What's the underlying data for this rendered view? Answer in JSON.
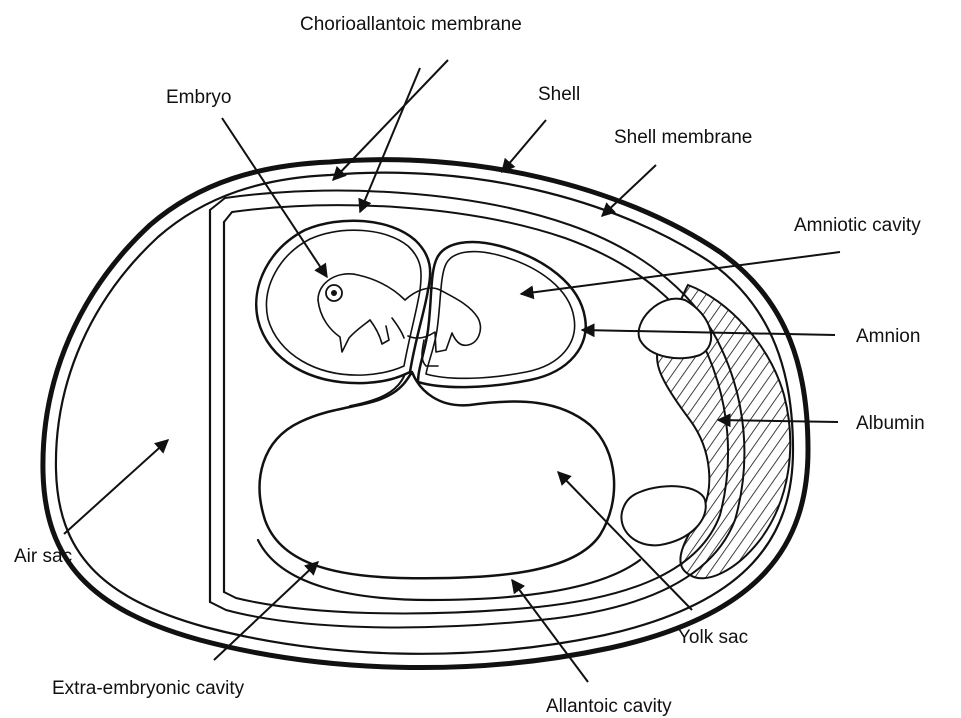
{
  "labels": {
    "chorioallantoic": "Chorioallantoic membrane",
    "embryo": "Embryo",
    "shell": "Shell",
    "shell_membrane": "Shell membrane",
    "amniotic_cavity": "Amniotic cavity",
    "amnion": "Amnion",
    "albumin": "Albumin",
    "air_sac": "Air sac",
    "yolk_sac": "Yolk sac",
    "extra_embryonic": "Extra-embryonic cavity",
    "allantoic_cavity": "Allantoic cavity"
  },
  "colors": {
    "ink": "#111111",
    "background": "#ffffff"
  }
}
